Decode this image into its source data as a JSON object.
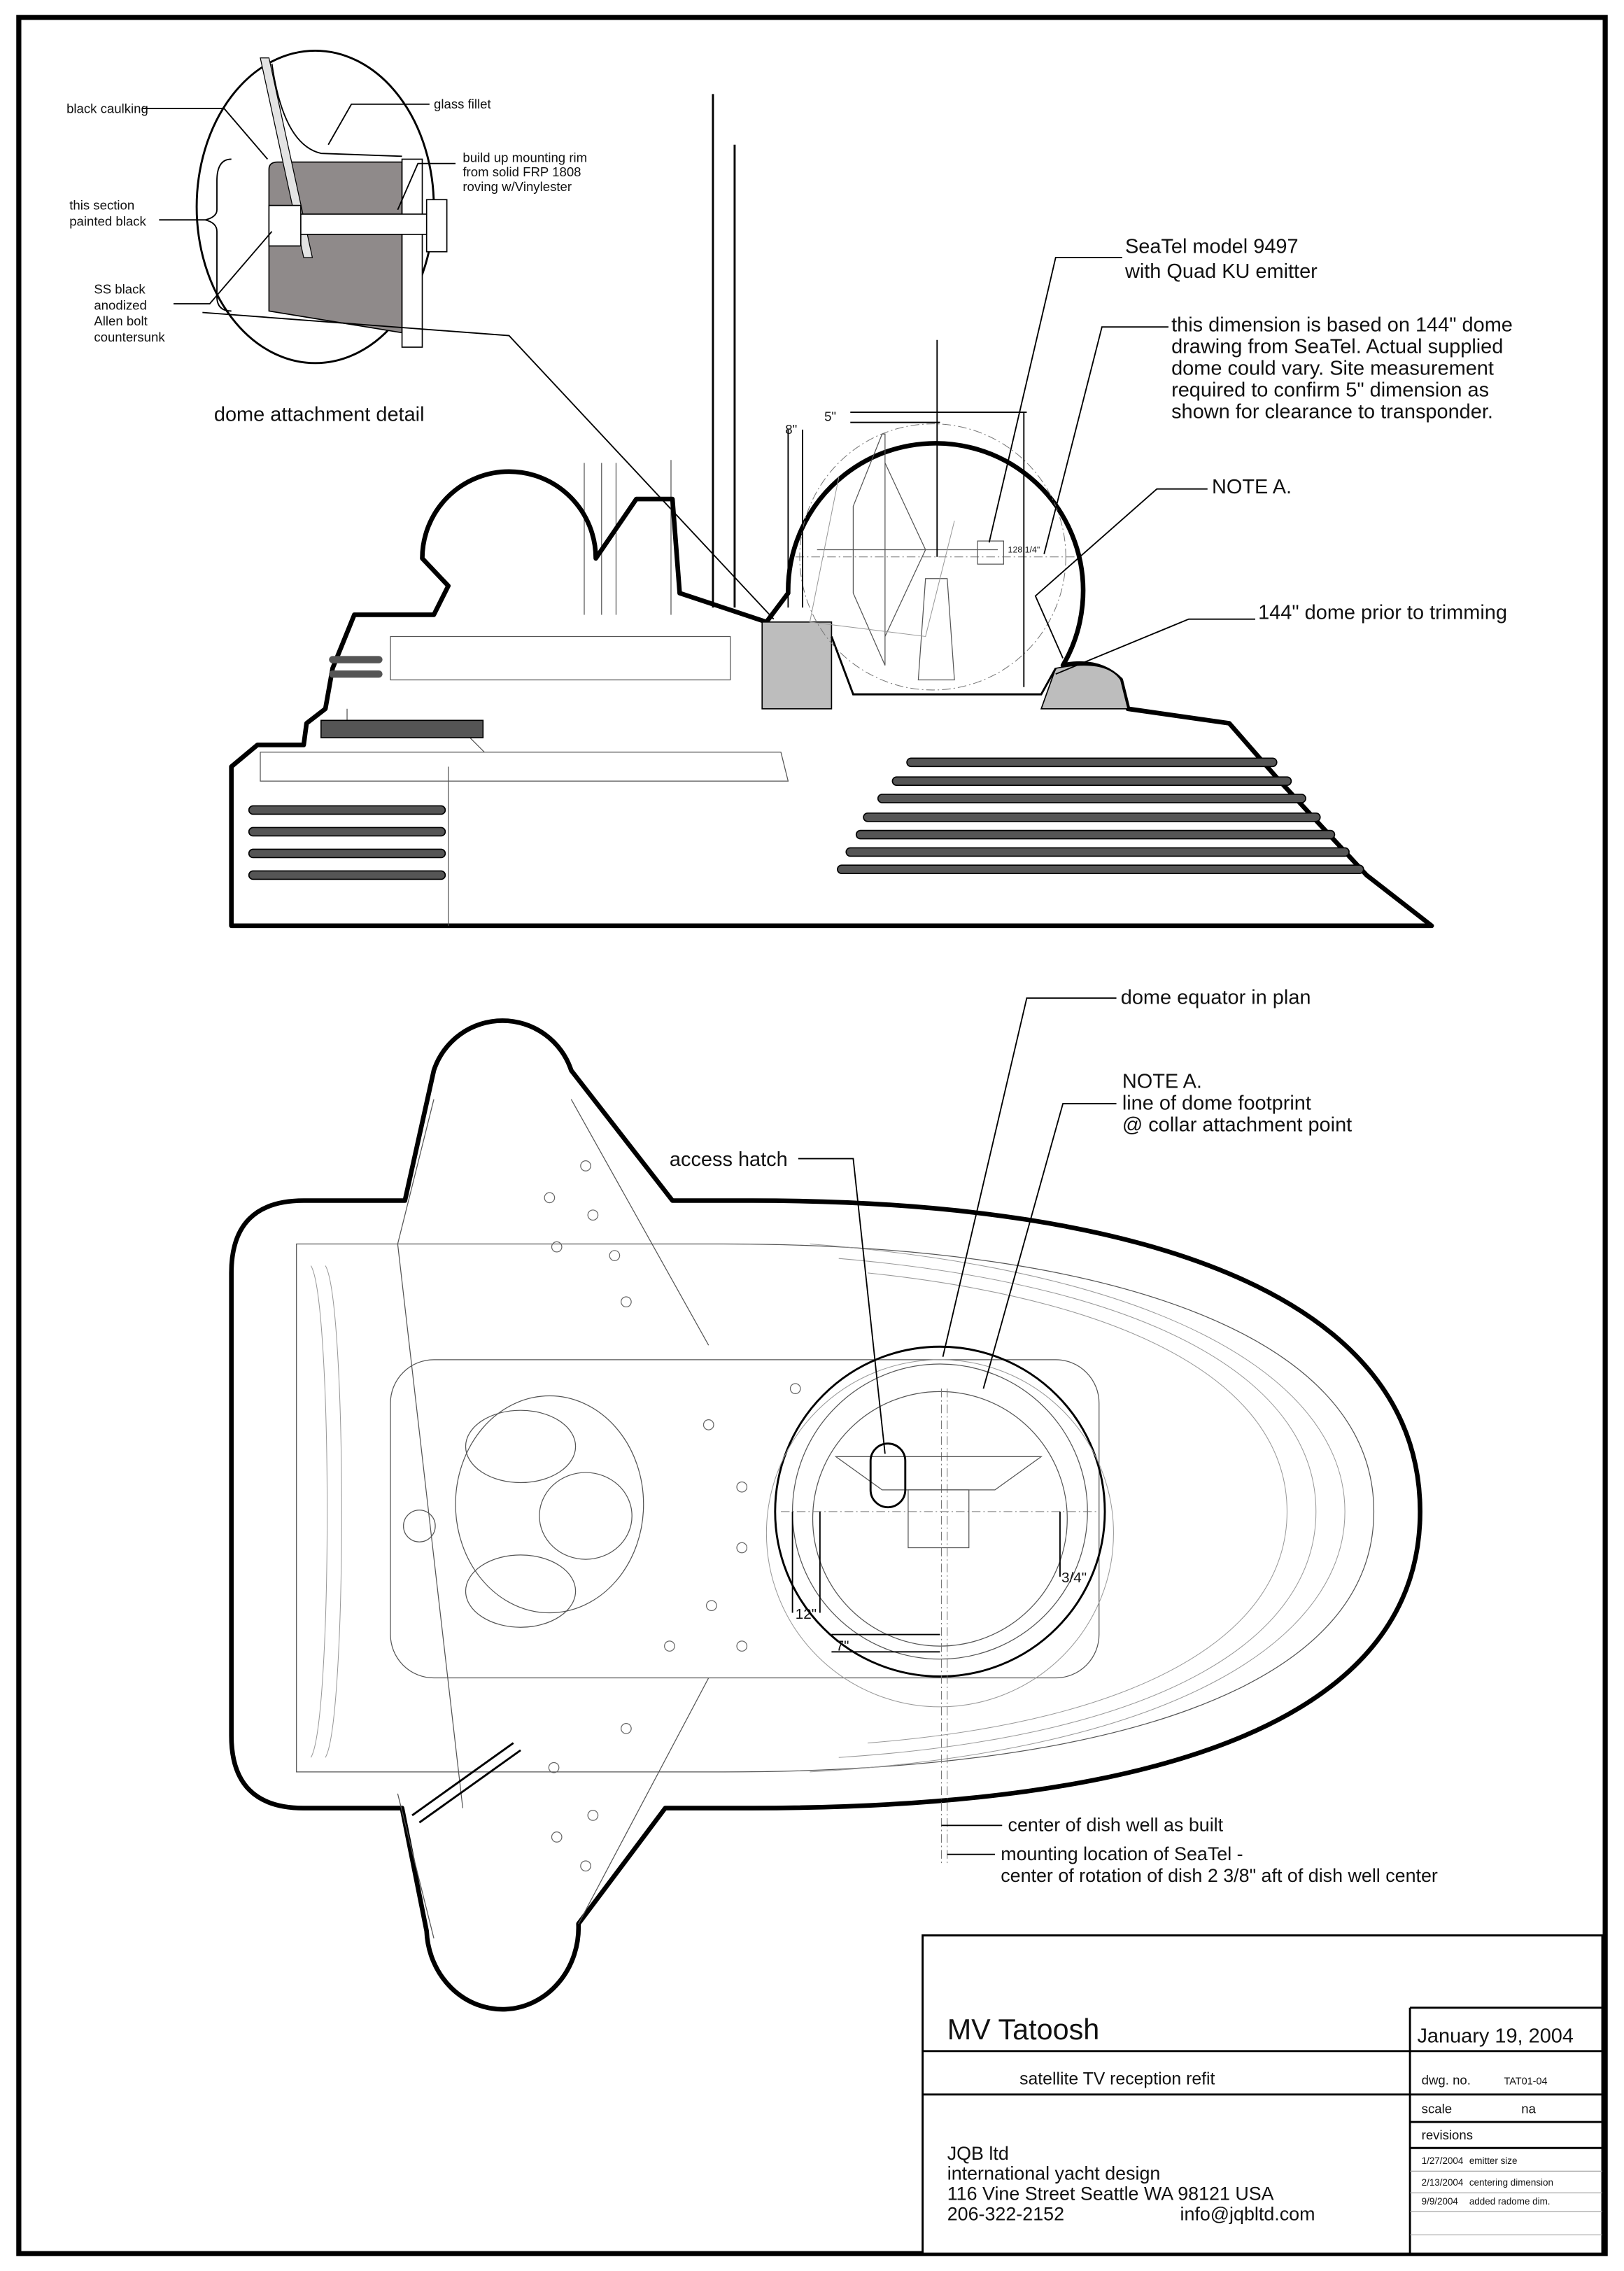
{
  "detail": {
    "title": "dome attachment detail",
    "black_caulking": "black caulking",
    "glass_fillet": "glass fillet",
    "mounting_rim": [
      "build up mounting rim",
      "from solid FRP 1808",
      "roving w/Vinylester"
    ],
    "painted_black": [
      "this section",
      "painted black"
    ],
    "bolt": [
      "SS black",
      "anodized",
      "Allen bolt",
      "countersunk"
    ]
  },
  "elevation": {
    "seatel_model": [
      "SeaTel model 9497",
      "with Quad KU emitter"
    ],
    "dimension_note": [
      "this dimension is based on 144\" dome",
      "drawing from SeaTel. Actual supplied",
      "dome could vary. Site measurement",
      "required to confirm 5\" dimension as",
      "shown for clearance to transponder."
    ],
    "note_a": "NOTE  A.",
    "dome_prior": "144\" dome prior to trimming",
    "dim_8": "8\"",
    "dim_5": "5\"",
    "dim_128": "128 1/4\""
  },
  "plan": {
    "dome_equator": "dome equator in plan",
    "note_a": [
      "NOTE  A.",
      "line of dome footprint",
      "@ collar attachment point"
    ],
    "access_hatch": "access hatch",
    "dim_12": "12\"",
    "dim_34": "3/4\"",
    "dim_7": "7\"",
    "dish_well_center": "center of dish well as built",
    "mounting_location": [
      "mounting location of SeaTel -",
      "center of rotation of dish 2 3/8\" aft of dish well center"
    ]
  },
  "title_block": {
    "vessel": "MV Tatoosh",
    "date": "January 19, 2004",
    "subject": "satellite TV reception refit",
    "dwg_no_label": "dwg. no.",
    "dwg_no": "TAT01-04",
    "scale_label": "scale",
    "scale": "na",
    "revisions_label": "revisions",
    "revisions": [
      {
        "date": "1/27/2004",
        "desc": "emitter size"
      },
      {
        "date": "2/13/2004",
        "desc": "centering dimension"
      },
      {
        "date": "9/9/2004",
        "desc": "added radome dim."
      }
    ],
    "company": [
      "JQB ltd",
      "international yacht design",
      "116 Vine Street  Seattle WA  98121  USA"
    ],
    "phone": "206-322-2152",
    "email": "info@jqbltd.com"
  },
  "colors": {
    "section_fill": "#8f8a8a",
    "gray_fill": "#bdbdbd",
    "stripe": "#555555"
  }
}
